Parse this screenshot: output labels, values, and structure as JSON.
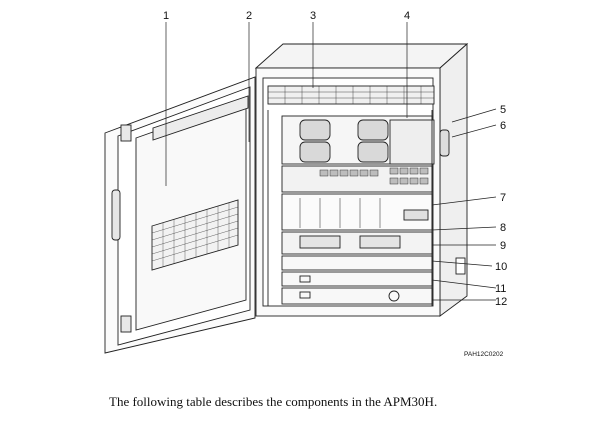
{
  "figure": {
    "callouts_top": [
      "1",
      "2",
      "3",
      "4"
    ],
    "callouts_right": [
      "5",
      "6",
      "7",
      "8",
      "9",
      "10",
      "11",
      "12"
    ],
    "code": "PAH12C0202"
  },
  "caption": "The following table describes the components in the APM30H."
}
